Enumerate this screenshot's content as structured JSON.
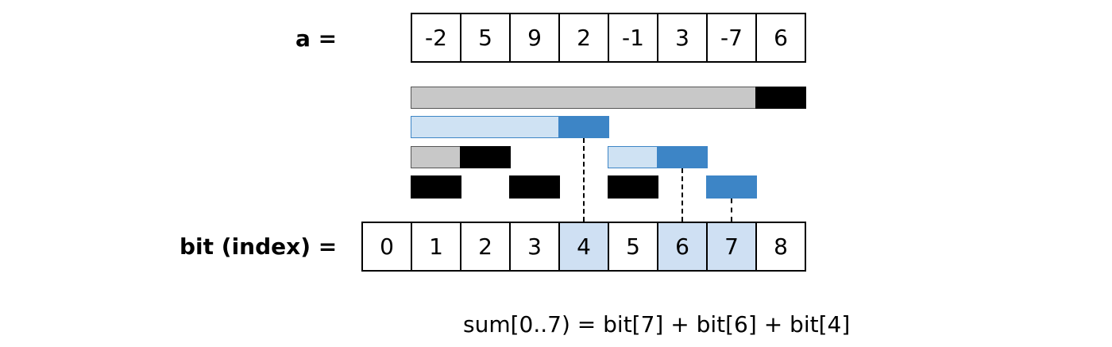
{
  "array_a": {
    "label": "a =",
    "values": [
      "-2",
      "5",
      "9",
      "2",
      "-1",
      "3",
      "-7",
      "6"
    ]
  },
  "bit_array": {
    "label": "bit (index) =",
    "indices": [
      "0",
      "1",
      "2",
      "3",
      "4",
      "5",
      "6",
      "7",
      "8"
    ],
    "highlighted": [
      4,
      6,
      7
    ]
  },
  "formula": "sum[0..7) = bit[7] + bit[6] + bit[4]",
  "colors": {
    "highlight_cell": "#cfe0f3",
    "range_fill": "#cfe2f3",
    "node_blue": "#3d85c6",
    "range_gray": "#c8c8c8",
    "node_black": "#000000"
  }
}
